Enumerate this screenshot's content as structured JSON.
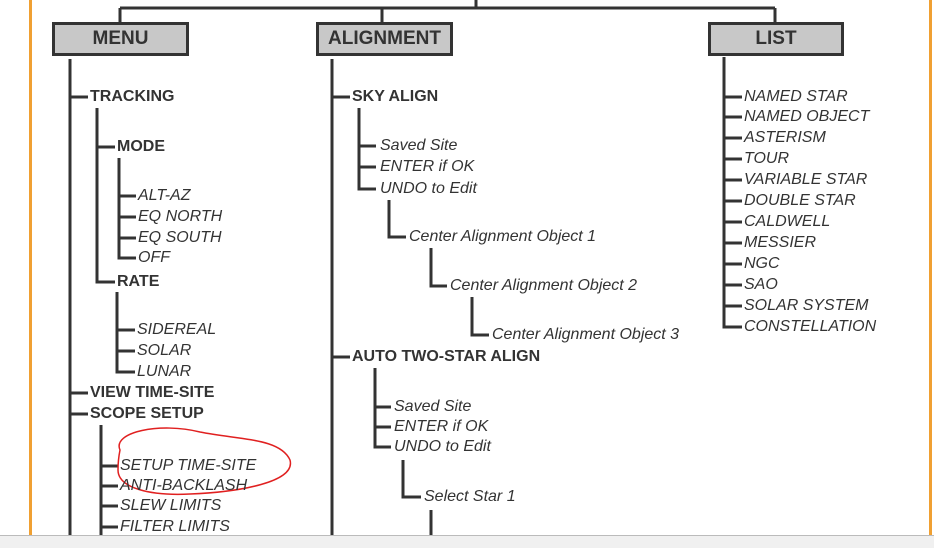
{
  "colors": {
    "frame": "#f0a032",
    "box_fill": "#c8c8c8",
    "line": "#333333",
    "annotation": "#e02020"
  },
  "headers": {
    "menu": "MENU",
    "alignment": "ALIGNMENT",
    "list": "LIST"
  },
  "menu": {
    "tracking": "TRACKING",
    "mode": "MODE",
    "mode_options": [
      "ALT-AZ",
      "EQ NORTH",
      "EQ SOUTH",
      "OFF"
    ],
    "rate": "RATE",
    "rate_options": [
      "SIDEREAL",
      "SOLAR",
      "LUNAR"
    ],
    "view_time_site": "VIEW TIME-SITE",
    "scope_setup": "SCOPE SETUP",
    "scope_setup_options": [
      "SETUP TIME-SITE",
      "ANTI-BACKLASH",
      "SLEW LIMITS",
      "FILTER LIMITS"
    ]
  },
  "alignment": {
    "sky_align": "SKY ALIGN",
    "sky_steps": [
      "Saved Site",
      "ENTER if OK",
      "UNDO to Edit"
    ],
    "sky_objects": [
      "Center Alignment Object 1",
      "Center Alignment Object 2",
      "Center Alignment Object 3"
    ],
    "auto_two_star": "AUTO TWO-STAR ALIGN",
    "auto_steps": [
      "Saved Site",
      "ENTER if OK",
      "UNDO to Edit"
    ],
    "select_star": "Select Star 1"
  },
  "list": {
    "items": [
      "NAMED STAR",
      "NAMED OBJECT",
      "ASTERISM",
      "TOUR",
      "VARIABLE STAR",
      "DOUBLE STAR",
      "CALDWELL",
      "MESSIER",
      "NGC",
      "SAO",
      "SOLAR SYSTEM",
      "CONSTELLATION"
    ]
  }
}
